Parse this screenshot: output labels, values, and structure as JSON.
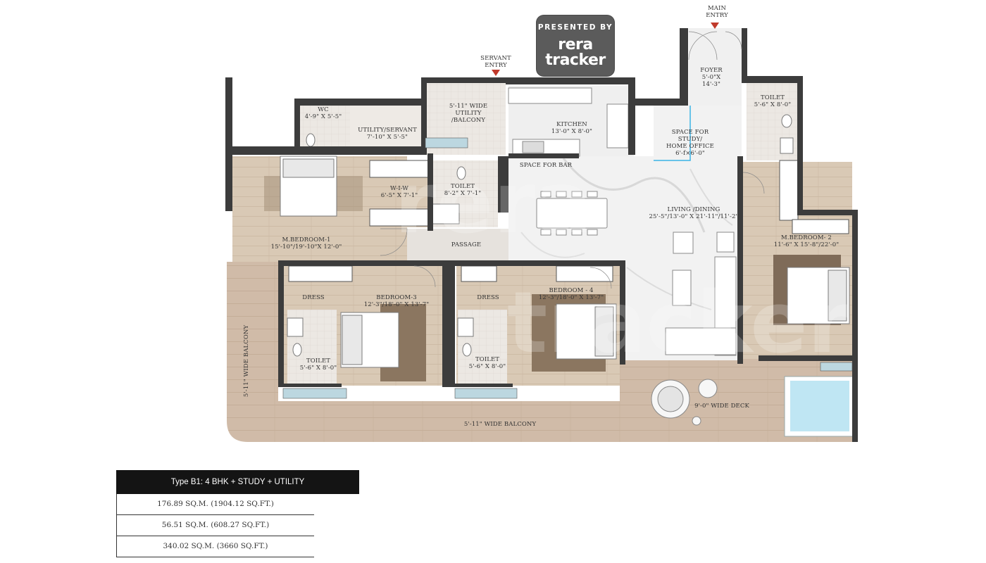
{
  "badge": {
    "presented_by": "PRESENTED BY",
    "logo_line1": "rera",
    "logo_line2": "tracker"
  },
  "entries": {
    "main": [
      "MAIN",
      "ENTRY"
    ],
    "servant": [
      "SERVANT",
      "ENTRY"
    ]
  },
  "rooms": {
    "foyer": [
      "FOYER",
      "5'-0\"X",
      "14'-3\""
    ],
    "toilet_top_right": [
      "TOILET",
      "5'-6\" X 8'-0\""
    ],
    "utility_balcony": [
      "5'-11\" WIDE",
      "UTILITY",
      "/BALCONY"
    ],
    "kitchen": [
      "KITCHEN",
      "13'-0\" X 8'-0\""
    ],
    "study": [
      "SPACE FOR",
      "STUDY/",
      "HOME OFFICE",
      "6'-f×6'-0\""
    ],
    "wc": [
      "WC",
      "4'-9\" X 5'-5\""
    ],
    "utility_servant": [
      "UTILITY/SERVANT",
      "7'-10\" X 5'-5\""
    ],
    "space_for_bar": [
      "SPACE FOR BAR"
    ],
    "wiw": [
      "W-I-W",
      "6'-5\" X 7'-1\""
    ],
    "toilet_mid": [
      "TOILET",
      "8'-2\" X 7'-1\""
    ],
    "living_dining": [
      "LIVING /DINING",
      "25'-5\"/13'-0\" X 21'-11\"/11'-2\""
    ],
    "m_bedroom_1": [
      "M.BEDROOM-1",
      "15'-10\"/19'-10\"X 12'-0\""
    ],
    "passage": [
      "PASSAGE"
    ],
    "m_bedroom_2": [
      "M.BEDROOM- 2",
      "11'-6\" X 15'-8\"/22'-0\""
    ],
    "dress_3": [
      "DRESS"
    ],
    "bedroom_3": [
      "BEDROOM-3",
      "12'-3\"/18'-0\" X 13'-7\""
    ],
    "dress_4": [
      "DRESS"
    ],
    "bedroom_4": [
      "BEDROOM - 4",
      "12'-3\"/18'-0\" X 13'-7\""
    ],
    "toilet_3": [
      "TOILET",
      "5'-6\" X 8'-0\""
    ],
    "toilet_4": [
      "TOILET",
      "5'-6\" X 8'-0\""
    ],
    "balcony_side": [
      "5'-11\" WIDE BALCONY"
    ],
    "balcony_bottom": [
      "5'-11\" WIDE BALCONY"
    ],
    "deck": [
      "9'-0\" WIDE DECK"
    ]
  },
  "area_table": {
    "title": "Type B1: 4 BHK + STUDY + UTILITY",
    "rows": [
      "176.89 SQ.M. (1904.12 SQ.FT.)",
      "56.51 SQ.M. (608.27 SQ.FT.)",
      "340.02 SQ.M. (3660 SQ.FT.)"
    ]
  },
  "colors": {
    "wall": "#3c3c3c",
    "floor_wood": "#d8c8b4",
    "balcony": "#cfb9a6",
    "marble": "#f1f1f1",
    "entry_marker": "#c0392b",
    "rug": "#8a7560",
    "pool": "#bfe6f3",
    "badge_bg": "#5b5b5b"
  }
}
